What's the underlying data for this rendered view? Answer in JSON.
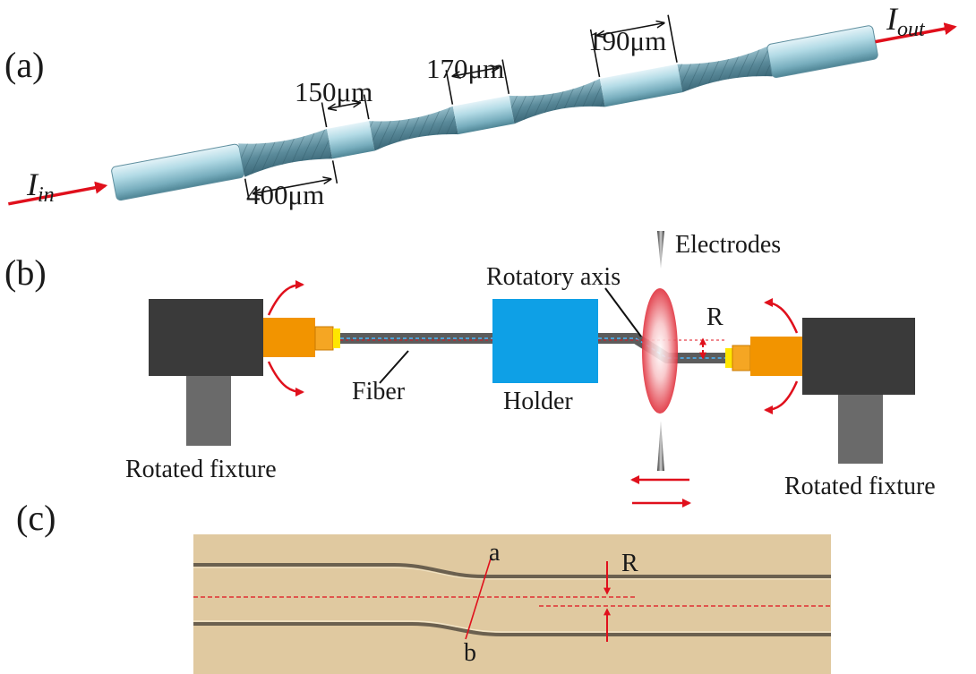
{
  "panels": {
    "a": "(a)",
    "b": "(b)",
    "c": "(c)"
  },
  "panel_a": {
    "input_label": "I",
    "input_sub": "in",
    "output_label": "I",
    "output_sub": "out",
    "dim_150": "150μm",
    "dim_170": "170μm",
    "dim_190": "190μm",
    "dim_400": "400μm"
  },
  "panel_b": {
    "electrodes": "Electrodes",
    "rotatory_axis": "Rotatory axis",
    "fiber": "Fiber",
    "holder": "Holder",
    "offset_r": "R",
    "fixture_left": "Rotated fixture",
    "fixture_right": "Rotated fixture"
  },
  "panel_c": {
    "point_a": "a",
    "point_b": "b",
    "offset_r": "R"
  },
  "colors": {
    "fiber_body": "#a9d3df",
    "arrow_red": "#e0101c",
    "holder_blue": "#0ea0e6",
    "fixture_dark": "#3a3a3a",
    "fixture_post": "#6a6a6a",
    "clamp_orange": "#f29400",
    "micrograph_bg": "#dcc49a"
  }
}
